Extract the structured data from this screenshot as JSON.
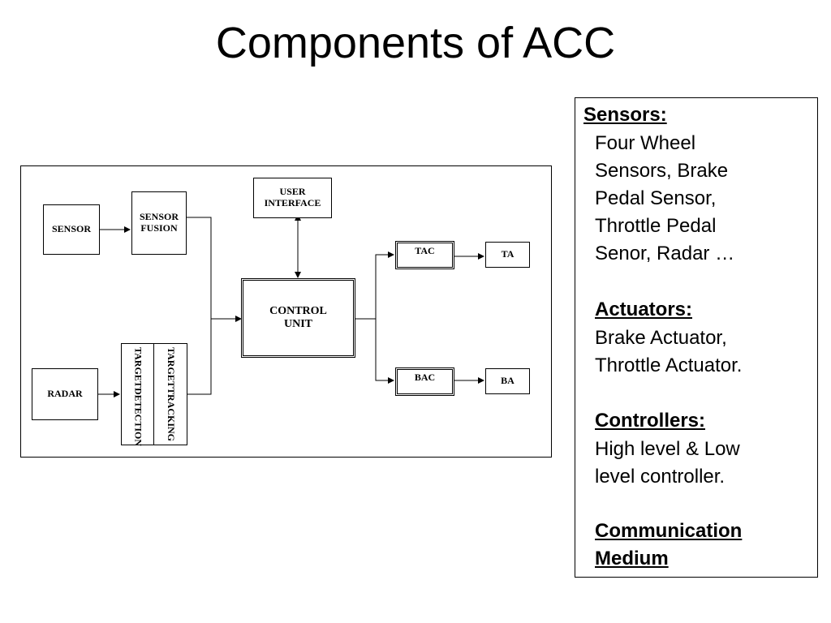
{
  "title": "Components of ACC",
  "diagram": {
    "sensor": "SENSOR",
    "sensor_fusion": [
      "SENSOR",
      "FUSION"
    ],
    "user_interface": [
      "USER",
      "INTERFACE"
    ],
    "control_unit": [
      "CONTROL",
      "UNIT"
    ],
    "tac": "TAC",
    "ta": "TA",
    "bac": "BAC",
    "ba": "BA",
    "radar": "RADAR",
    "target_tracking": [
      "TARGET",
      "TRACKING"
    ],
    "target_detection": [
      "TARGET",
      "DETECTION"
    ]
  },
  "panel": {
    "sensors_heading": "Sensors:",
    "sensors_lines": [
      "Four Wheel",
      "Sensors, Brake",
      "Pedal Sensor,",
      "Throttle Pedal",
      "Senor, Radar …"
    ],
    "actuators_heading": "Actuators:",
    "actuators_lines": [
      "Brake Actuator,",
      "Throttle Actuator."
    ],
    "controllers_heading": "Controllers:",
    "controllers_lines": [
      "High level & Low",
      "level controller."
    ],
    "communication_heading_lines": [
      "Communication",
      "Medium"
    ]
  }
}
